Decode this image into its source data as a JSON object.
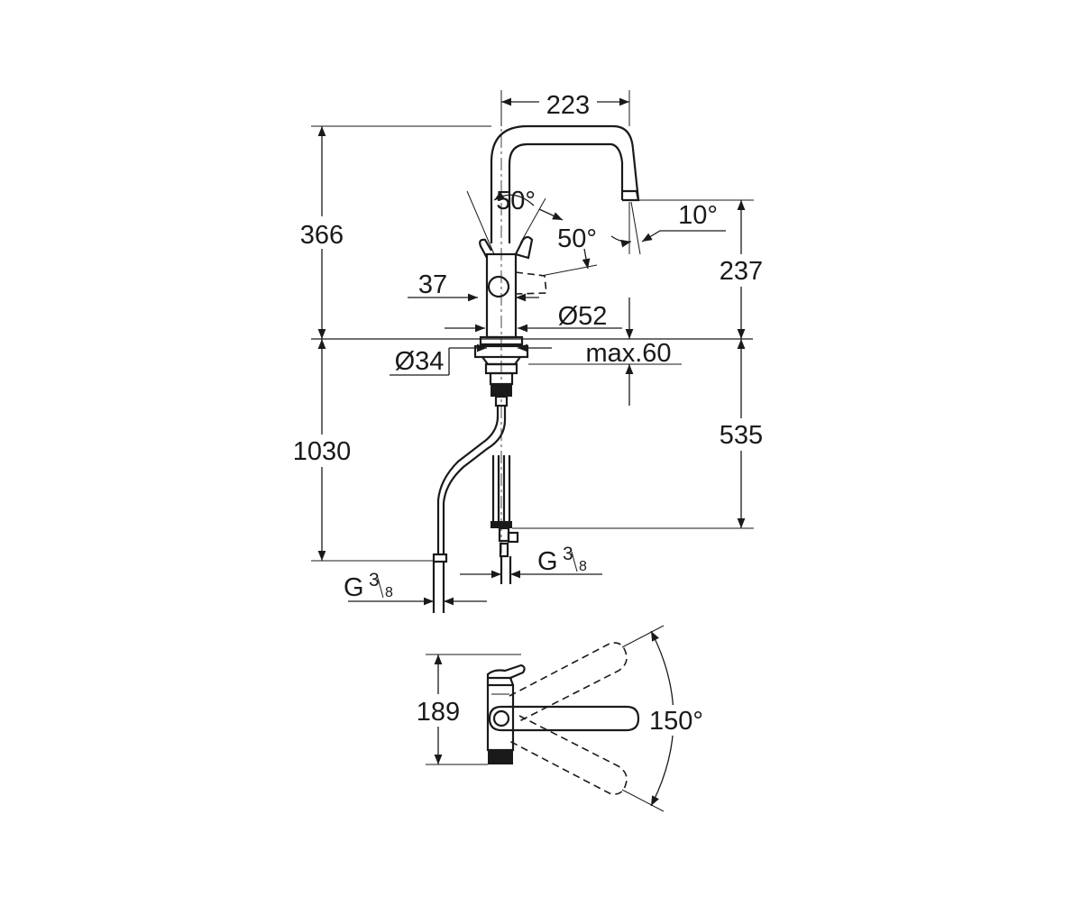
{
  "side_view": {
    "labels": {
      "spout_reach": "223",
      "total_height": "366",
      "lever_angle_left": "50°",
      "lever_angle_right": "50°",
      "spout_tilt": "10°",
      "spout_height": "237",
      "lever_offset": "37",
      "body_diameter": "Ø52",
      "hole_diameter": "Ø34",
      "max_thickness": "max.60",
      "hose_length": "1030",
      "connection_height": "535",
      "thread_right": {
        "base": "G",
        "num": "3",
        "den": "8"
      },
      "thread_left": {
        "base": "G",
        "num": "3",
        "den": "8"
      }
    }
  },
  "top_view": {
    "labels": {
      "depth": "189",
      "swivel_angle": "150°"
    }
  }
}
